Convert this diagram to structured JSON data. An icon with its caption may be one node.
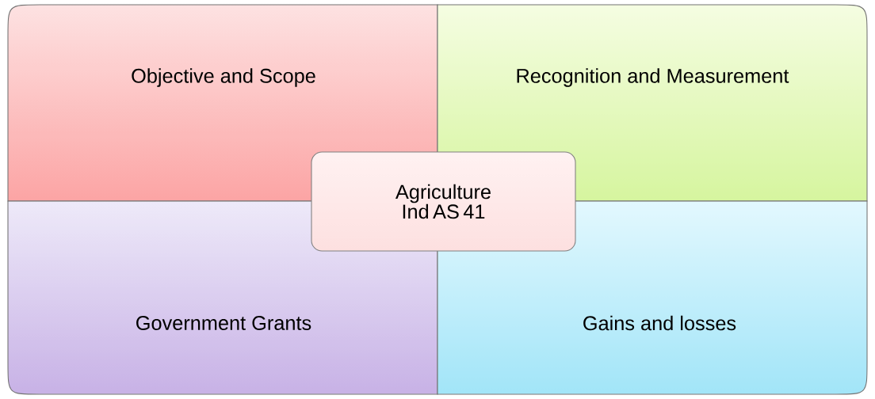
{
  "diagram": {
    "nodes": [
      {
        "text": [
          "Objective and Scope"
        ]
      },
      {
        "text": [
          "Recognition and Measurement"
        ]
      },
      {
        "text": [
          "Agriculture Ind AS 41"
        ]
      },
      {
        "text": [
          "Government Grants"
        ]
      },
      {
        "text": [
          "Gains and losses"
        ]
      }
    ]
  }
}
